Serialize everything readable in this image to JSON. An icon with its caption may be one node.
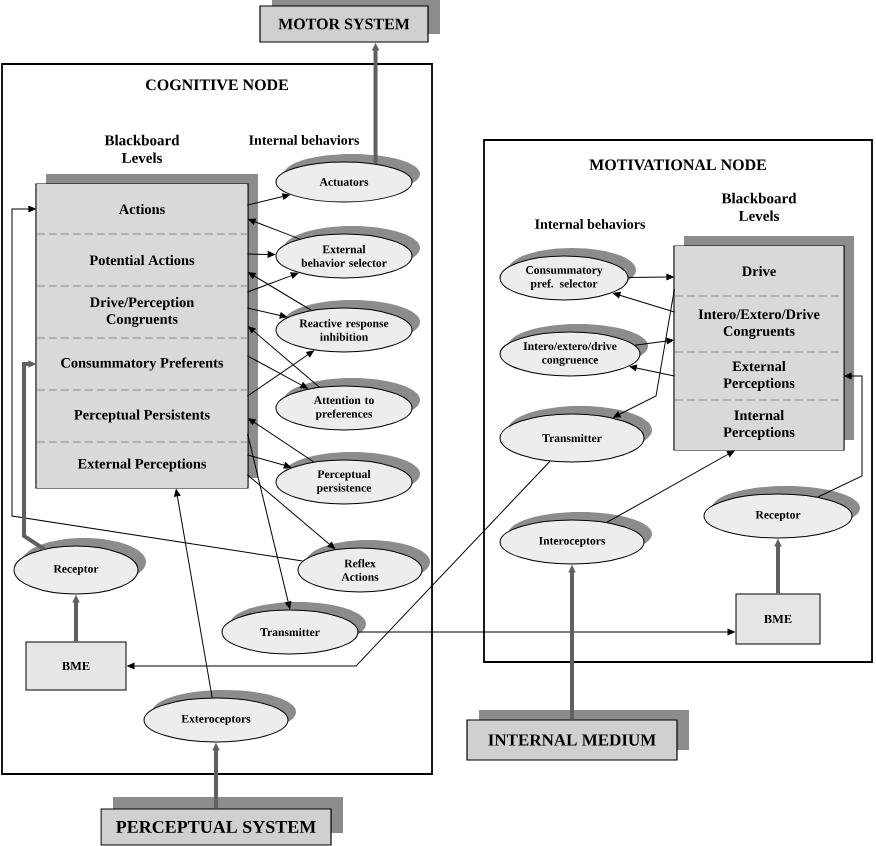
{
  "diagram": {
    "nodes": [
      {
        "text": [
          "MOTOR SYSTEM"
        ]
      },
      {
        "text": [
          "COGNITIVE NODE"
        ]
      },
      {
        "text": [
          "Blackboard Levels"
        ],
        "in": 1
      },
      {
        "text": [
          "Actions"
        ],
        "in": 2
      },
      {
        "text": [
          "Potential Actions"
        ],
        "in": 2
      },
      {
        "text": [
          "Drive/Perception Congruents"
        ],
        "in": 2
      },
      {
        "text": [
          "Consummatory Preferents"
        ],
        "in": 2
      },
      {
        "text": [
          "Perceptual Persistents"
        ],
        "in": 2
      },
      {
        "text": [
          "External Perceptions"
        ],
        "in": 2
      },
      {
        "text": [
          "Actuators"
        ],
        "in": 1
      },
      {
        "text": [
          "External behavior selector"
        ],
        "in": 1
      },
      {
        "text": [
          "Reactive response inhibition"
        ],
        "in": 1
      },
      {
        "text": [
          "Attention to preferences"
        ],
        "in": 1
      },
      {
        "text": [
          "Perceptual persistence"
        ],
        "in": 1
      },
      {
        "text": [
          "Reflex Actions"
        ],
        "in": 1
      },
      {
        "text": [
          "Receptor"
        ],
        "in": 1
      },
      {
        "text": [
          "Transmitter"
        ],
        "in": 1
      },
      {
        "text": [
          "BME"
        ],
        "in": 1
      },
      {
        "text": [
          "Exteroceptors"
        ],
        "in": 1
      },
      {
        "text": [
          "MOTIVATIONAL NODE"
        ]
      },
      {
        "text": [
          "Blackboard Levels"
        ],
        "in": 19
      },
      {
        "text": [
          "Drive"
        ],
        "in": 20
      },
      {
        "text": [
          "Intero/Extero/Drive Congruents"
        ],
        "in": 20
      },
      {
        "text": [
          "External Perceptions"
        ],
        "in": 20
      },
      {
        "text": [
          "Internal Perceptions"
        ],
        "in": 20
      },
      {
        "text": [
          "Consummatory pref. selector"
        ],
        "in": 19
      },
      {
        "text": [
          "Intero/extero/drive congruence"
        ],
        "in": 19
      },
      {
        "text": [
          "Transmitter"
        ],
        "in": 19
      },
      {
        "text": [
          "Interoceptors"
        ],
        "in": 19
      },
      {
        "text": [
          "Receptor"
        ],
        "in": 19
      },
      {
        "text": [
          "BME"
        ],
        "in": 19
      },
      {
        "text": [
          "INTERNAL MEDIUM"
        ]
      },
      {
        "text": [
          "PERCEPTUAL SYSTEM"
        ]
      }
    ],
    "edges": [
      {
        "from": 9,
        "to": 0,
        "arrow": "to",
        "style": "thick",
        "color": "#606060"
      },
      {
        "from": 3,
        "to": 9,
        "arrow": "to"
      },
      {
        "from": 10,
        "to": 3,
        "arrow": "to"
      },
      {
        "from": 4,
        "to": 10,
        "arrow": "to"
      },
      {
        "from": 5,
        "to": 10,
        "arrow": "to"
      },
      {
        "from": 11,
        "to": 4,
        "arrow": "to"
      },
      {
        "from": 5,
        "to": 11,
        "arrow": "to"
      },
      {
        "from": 7,
        "to": 11,
        "arrow": "to"
      },
      {
        "from": 12,
        "to": 5,
        "arrow": "to"
      },
      {
        "from": 6,
        "to": 12,
        "arrow": "to"
      },
      {
        "from": 13,
        "to": 7,
        "arrow": "to"
      },
      {
        "from": 8,
        "to": 13,
        "arrow": "to"
      },
      {
        "from": 8,
        "to": 14,
        "arrow": "to"
      },
      {
        "from": 14,
        "to": 3,
        "arrow": "to"
      },
      {
        "from": 7,
        "to": 16,
        "arrow": "to"
      },
      {
        "from": 15,
        "to": 6,
        "arrow": "to",
        "style": "thick",
        "color": "#606060"
      },
      {
        "from": 17,
        "to": 15,
        "arrow": "to",
        "style": "thick",
        "color": "#606060"
      },
      {
        "from": 18,
        "to": 8,
        "arrow": "to"
      },
      {
        "from": 32,
        "to": 18,
        "arrow": "to",
        "style": "thick",
        "color": "#606060"
      },
      {
        "from": 16,
        "to": 30,
        "arrow": "to"
      },
      {
        "from": 27,
        "to": 17,
        "arrow": "to"
      },
      {
        "from": 25,
        "to": 21,
        "arrow": "to"
      },
      {
        "from": 22,
        "to": 25,
        "arrow": "to"
      },
      {
        "from": 26,
        "to": 22,
        "arrow": "to"
      },
      {
        "from": 23,
        "to": 26,
        "arrow": "to"
      },
      {
        "from": 21,
        "to": 27,
        "arrow": "to"
      },
      {
        "from": 28,
        "to": 24,
        "arrow": "to"
      },
      {
        "from": 29,
        "to": 23,
        "arrow": "to"
      },
      {
        "from": 30,
        "to": 29,
        "arrow": "to",
        "style": "thick",
        "color": "#606060"
      },
      {
        "from": 31,
        "to": 28,
        "arrow": "to",
        "style": "thick",
        "color": "#606060"
      }
    ],
    "labels": [
      "Internal behaviors",
      "Internal behaviors"
    ]
  }
}
